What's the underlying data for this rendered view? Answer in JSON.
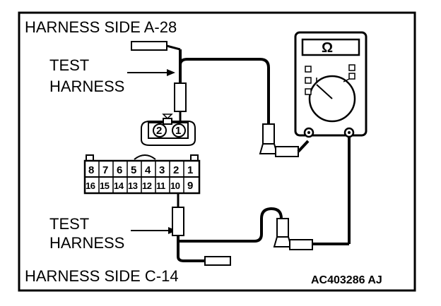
{
  "labels": {
    "top_title": "HARNESS SIDE A-28",
    "bottom_title": "HARNESS SIDE C-14",
    "test_harness_top": [
      "TEST",
      "HARNESS"
    ],
    "test_harness_bottom": [
      "TEST",
      "HARNESS"
    ],
    "figure_code": "AC403286 AJ",
    "meter_symbol": "Ω"
  },
  "connector_a28": {
    "pins": [
      "2",
      "1"
    ]
  },
  "connector_c14": {
    "top_row": [
      "8",
      "7",
      "6",
      "5",
      "4",
      "3",
      "2",
      "1"
    ],
    "bottom_row": [
      "16",
      "15",
      "14",
      "13",
      "12",
      "11",
      "10",
      "9"
    ]
  },
  "icons": [
    "ohmmeter-icon",
    "test-probe-icon",
    "connector-icon"
  ]
}
